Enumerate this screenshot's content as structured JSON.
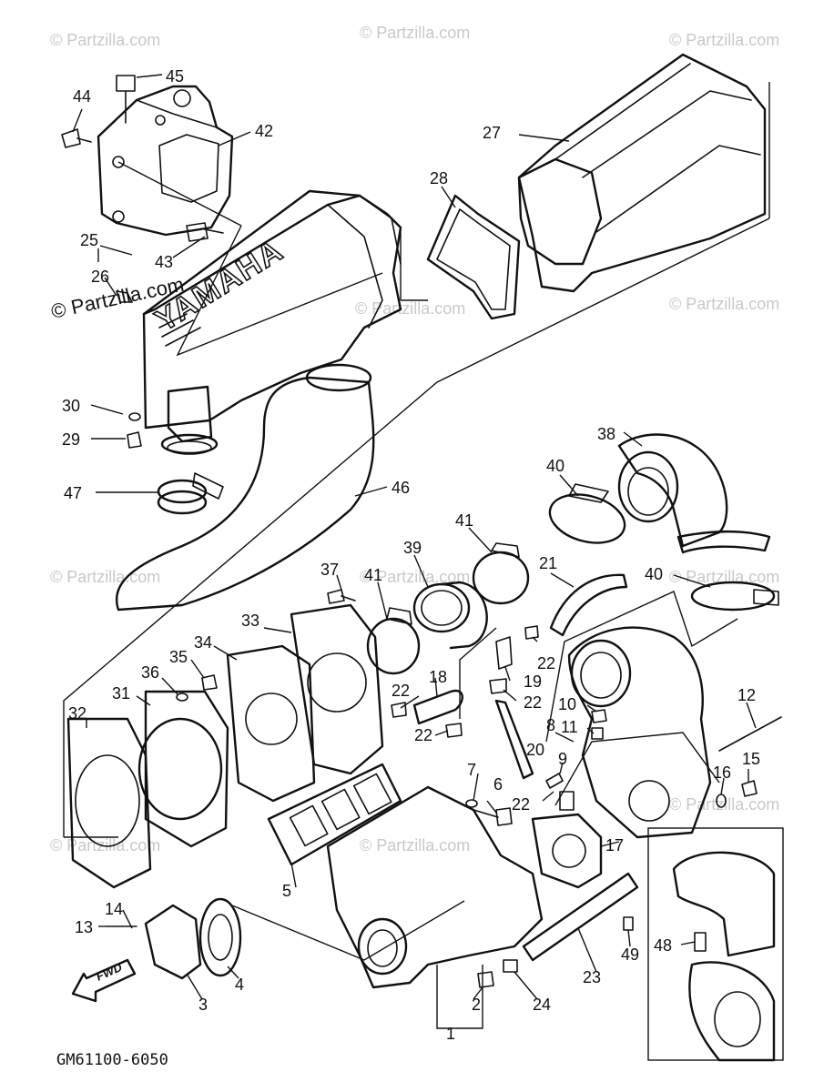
{
  "watermark": "© Partzilla.com",
  "diagram_code": "GM61100-6050",
  "brand_text": "YAMAHA",
  "direction_label": "FWD",
  "callouts": [
    "1",
    "2",
    "3",
    "4",
    "5",
    "6",
    "7",
    "8",
    "9",
    "10",
    "11",
    "12",
    "13",
    "14",
    "15",
    "16",
    "17",
    "18",
    "19",
    "20",
    "21",
    "22",
    "22",
    "22",
    "22",
    "22",
    "23",
    "24",
    "25",
    "26",
    "27",
    "28",
    "29",
    "30",
    "31",
    "32",
    "33",
    "34",
    "35",
    "36",
    "37",
    "38",
    "39",
    "40",
    "40",
    "41",
    "41",
    "42",
    "43",
    "44",
    "45",
    "46",
    "47",
    "48",
    "49"
  ]
}
